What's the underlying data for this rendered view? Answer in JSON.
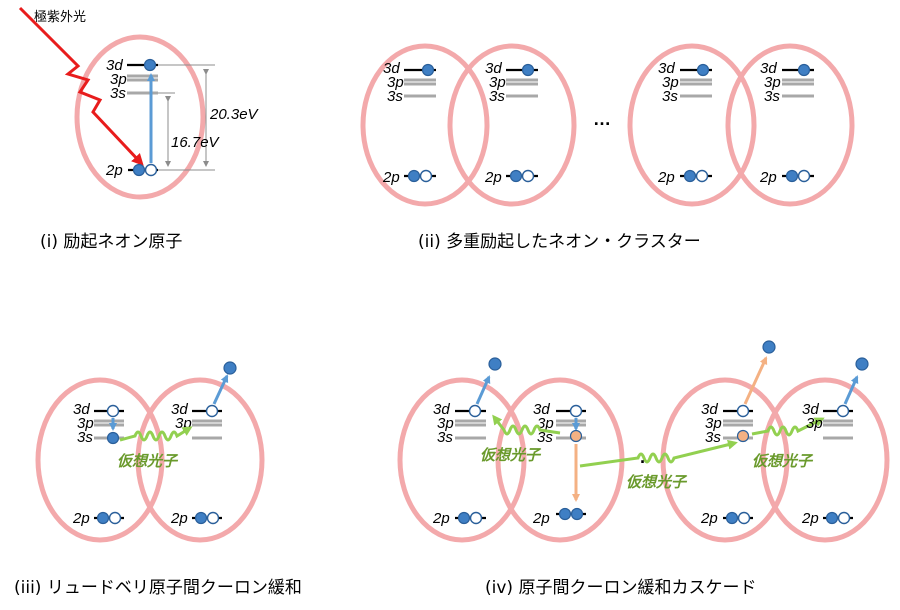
{
  "euv_label": "極紫外光",
  "energy_high": "20.3eV",
  "energy_low": "16.7eV",
  "levels": {
    "d3": "3d",
    "p3": "3p",
    "s3": "3s",
    "p2": "2p"
  },
  "ellipsis": "…",
  "dots_mid": "·",
  "virtual_photon": "仮想光子",
  "captions": {
    "i": "(i)  励起ネオン原子",
    "ii": "(ii)  多重励起したネオン・クラスター",
    "iii": "(iii)  リュードベリ原子間クーロン緩和",
    "iv": "(iv)  原子間クーロン緩和カスケード"
  },
  "colors": {
    "ring": "#f3a9ab",
    "electron": "#3f7fc4",
    "excite_arrow": "#5b9bd5",
    "euv": "#e81c1c",
    "virtual_photon": "#92d050",
    "decay": "#f4b183"
  }
}
